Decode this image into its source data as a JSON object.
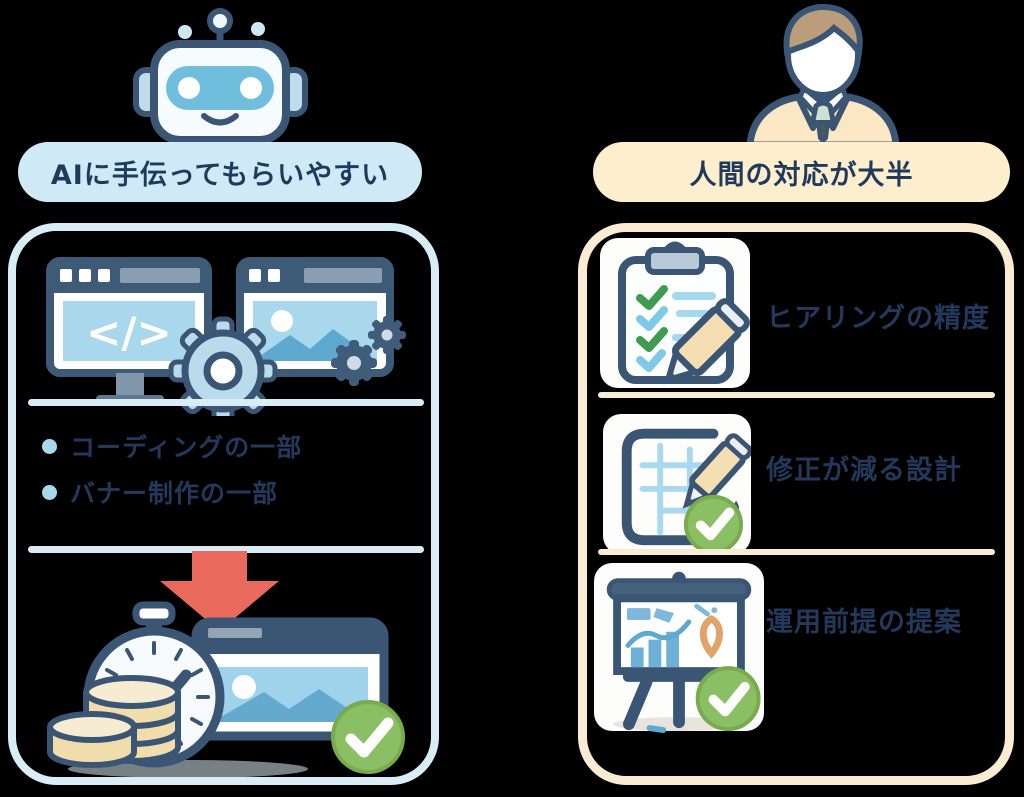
{
  "left_column": {
    "header": {
      "label": "AIに手伝ってもらいやすい",
      "pill_color": "#cfe9f7"
    },
    "mascot": "robot",
    "code_glyph": "</>",
    "bullets": [
      {
        "label": "コーディングの一部"
      },
      {
        "label": "バナー制作の一部"
      }
    ],
    "flow_arrow": "down",
    "result_icons": [
      "coins",
      "stopwatch",
      "image-banner",
      "green-check"
    ]
  },
  "right_column": {
    "header": {
      "label": "人間の対応が大半",
      "pill_color": "#fdeecd"
    },
    "mascot": "businessman",
    "rows": [
      {
        "icon": "clipboard-checklist",
        "label": "ヒアリングの精度"
      },
      {
        "icon": "table-pencil",
        "label": "修正が減る設計"
      },
      {
        "icon": "presentation-chart",
        "label": "運用前提の提案"
      }
    ]
  },
  "colors": {
    "background": "#000000",
    "navy_outline": "#3a5674",
    "navy_text": "#23395b",
    "left_border": "#d9edf6",
    "right_border": "#f9ecd2",
    "light_blue": "#a9d8ec",
    "mid_blue": "#5fa8cf",
    "cream_pencil": "#f5dfb2",
    "green_check": "#8bbf63",
    "red_arrow": "#e96a5d",
    "coin_fill": "#f1dcab"
  }
}
